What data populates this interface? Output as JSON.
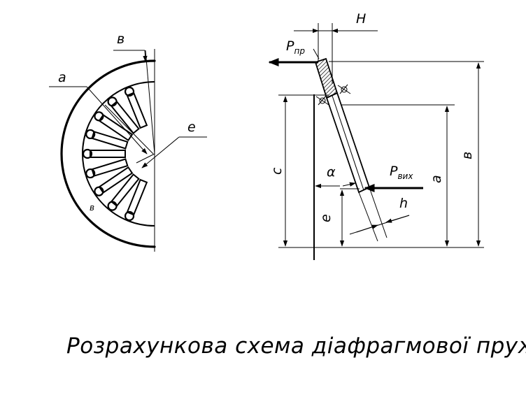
{
  "caption": "Розрахункова схема діафрагмової пружини.",
  "left_view": {
    "label_b": "в",
    "label_a": "а",
    "label_e": "е",
    "label_b_small": "в"
  },
  "right_view": {
    "label_H": "H",
    "force_in": {
      "symbol": "P",
      "subscript": "пр"
    },
    "force_out": {
      "symbol": "P",
      "subscript": "вих"
    },
    "label_c": "с",
    "label_alpha": "α",
    "label_a": "а",
    "label_b": "в",
    "label_e": "е",
    "label_h": "h"
  },
  "colors": {
    "ink": "#000000",
    "paper": "#ffffff"
  }
}
